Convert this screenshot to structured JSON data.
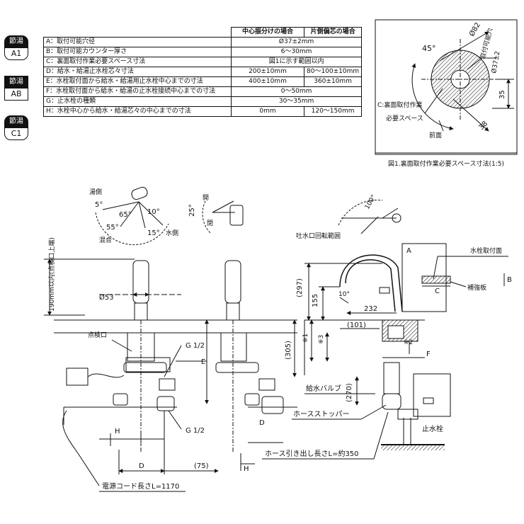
{
  "badges": [
    {
      "top": "節湯",
      "bottom": "A1"
    },
    {
      "top": "節湯",
      "bottom": "AB"
    },
    {
      "top": "節湯",
      "bottom": "C1"
    }
  ],
  "spec_table": {
    "headers": [
      "中心振分けの場合",
      "片側偏芯の場合"
    ],
    "rows": [
      {
        "label": "A：取付可能穴径",
        "span": "Ø37±2mm"
      },
      {
        "label": "B：取付可能カウンター厚さ",
        "span": "6～30mm"
      },
      {
        "label": "C：裏面取付作業必要スペース寸法",
        "span": "図1に示す範囲以内"
      },
      {
        "label": "D：給水・給湯止水栓芯々寸法",
        "v1": "200±10mm",
        "v2": "80～100±10mm"
      },
      {
        "label": "E：水栓取付面から給水・給湯用止水栓中心までの寸法",
        "v1": "400±10mm",
        "v2": "360±10mm"
      },
      {
        "label": "F：水栓取付面から給水・給湯の止水栓接続中心までの寸法",
        "span": "0～50mm"
      },
      {
        "label": "G：止水栓の種類",
        "span": "30～35mm"
      },
      {
        "label": "H：水栓中心から給水・給湯芯々の中心までの寸法",
        "v1": "0mm",
        "v2": "120～150mm"
      }
    ]
  },
  "fig1": {
    "caption": "図1.裏面取付作業必要スペース寸法(1:5)",
    "angle": "45°",
    "diameter": "Ø82",
    "hole_label": "取付可能穴",
    "hole_value": "Ø37±2",
    "dim_35": "35",
    "dim_38": "38",
    "c_label_1": "C:裏面取付作業",
    "c_label_2": "必要スペース",
    "front": "前面"
  },
  "lever_diagram": {
    "hot_side": "湯側",
    "cold_side": "水側",
    "mix": "混合",
    "angle_5": "5°",
    "angle_65": "65°",
    "angle_10": "10°",
    "angle_55": "55°",
    "angle_15": "15°",
    "angle_25": "25°",
    "open": "開",
    "close": "閉"
  },
  "spout_rotation": {
    "label": "吐水口回転範囲",
    "angle": "100°"
  },
  "front_view": {
    "vertical_label": "190mm以内(点検口上端)",
    "diameter": "Ø53",
    "inspection": "点検口",
    "thread_top": "G 1/2",
    "thread_bottom": "G 1/2",
    "dim_h": "H",
    "dim_d": "D",
    "dim_75": "(75)",
    "dim_e": "E",
    "power_cord": "電源コード長さL=1170"
  },
  "side_view": {
    "dim_h": "H",
    "dim_d": "D",
    "hose_length": "ホース引き出し長さL=約350",
    "supply_valve": "給水バルブ",
    "hose_stopper": "ホースストッパー",
    "stop_valve": "止水栓"
  },
  "right_view": {
    "dim_297": "(297)",
    "dim_155": "155",
    "dim_10": "10°",
    "dim_232": "232",
    "dim_101": "(101)",
    "dim_x1": "※1",
    "dim_x3": "※3",
    "dim_305": "(305)",
    "dim_270": "(270)",
    "dim_x2": "※2",
    "label_a": "A",
    "label_b": "B",
    "label_c": "C",
    "label_f": "F",
    "mount_face": "水栓取付面",
    "reinforcement": "補強板"
  }
}
